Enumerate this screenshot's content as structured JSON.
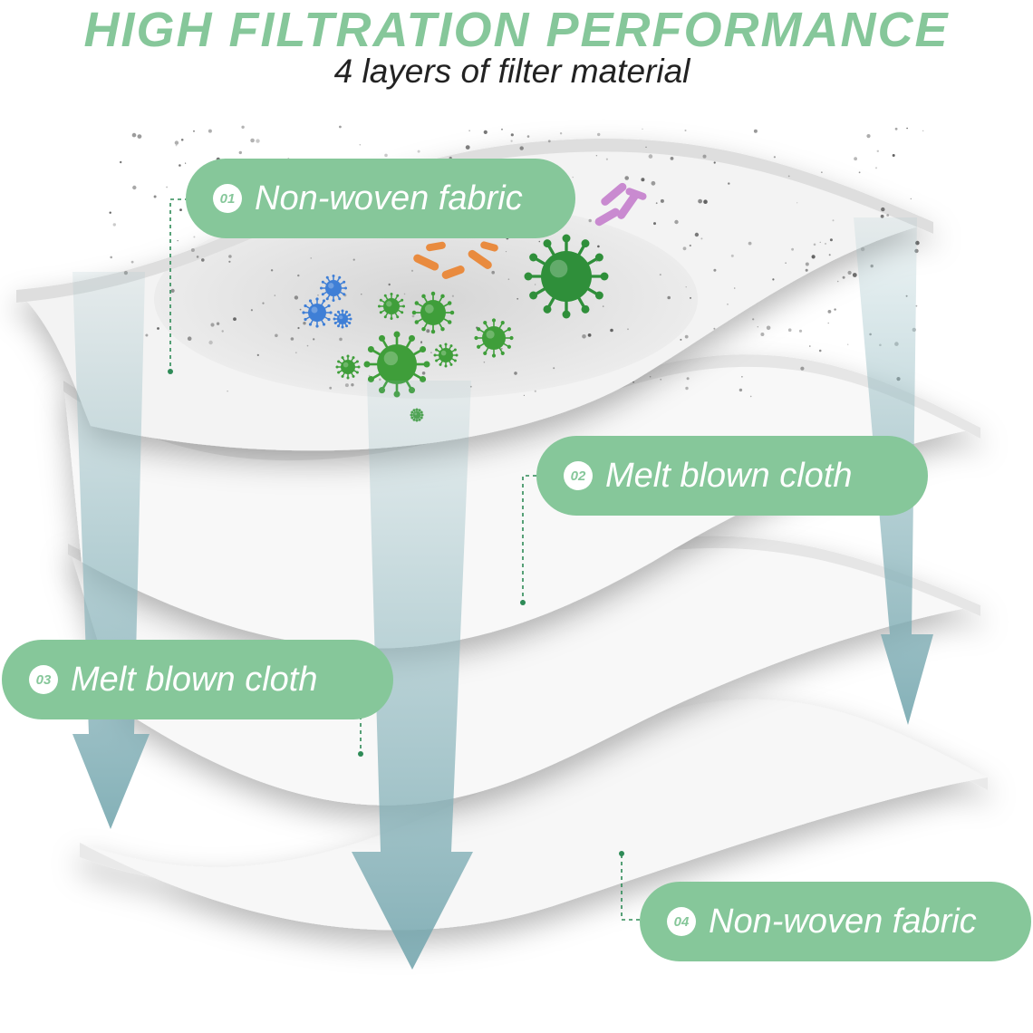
{
  "header": {
    "title": "HIGH FILTRATION PERFORMANCE",
    "subtitle": "4 layers of filter material"
  },
  "layers": [
    {
      "number": "01",
      "label": "Non-woven fabric"
    },
    {
      "number": "02",
      "label": "Melt blown cloth"
    },
    {
      "number": "03",
      "label": "Melt blown cloth"
    },
    {
      "number": "04",
      "label": "Non-woven fabric"
    }
  ],
  "colors": {
    "accent": "#86c79a",
    "arrow": "#8fb8bf",
    "title_text": "#222222",
    "label_text": "#ffffff"
  },
  "icons": {
    "layer_sheet": "wavy-fabric-sheet",
    "flow": "down-arrow-icon",
    "germs": [
      "green-virus-icon",
      "blue-virus-icon",
      "orange-bacteria-icon",
      "pink-bacteria-icon"
    ]
  }
}
